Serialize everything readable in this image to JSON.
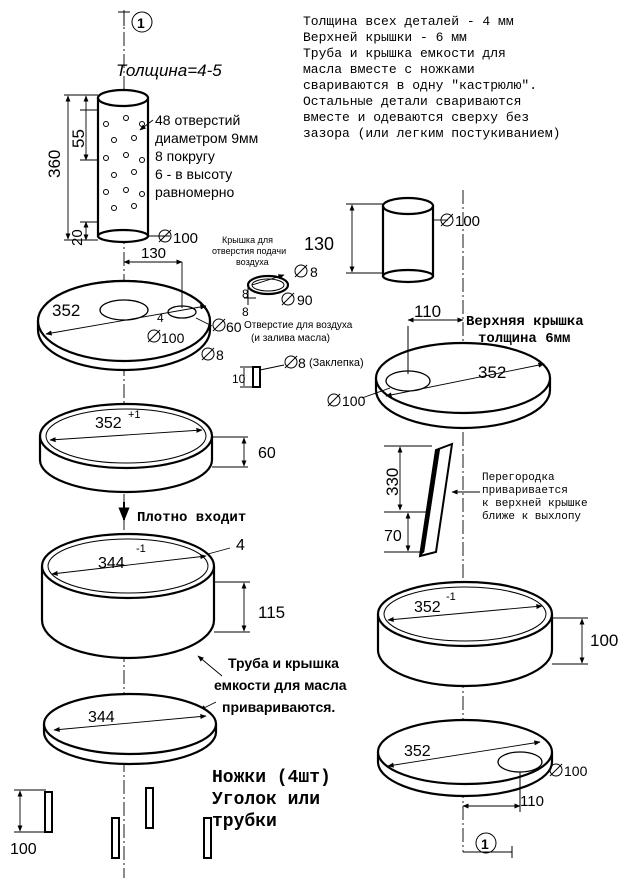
{
  "notes": {
    "general": [
      "Толщина всех деталей - 4 мм",
      "Верхней крышки - 6 мм",
      "Труба и крышка емкости для",
      "масла вместе с ножками",
      "свариваются в одну \"кастрюлю\".",
      "Остальные детали свариваются",
      "вместе и одеваются сверху без",
      "зазора (или легким постукиванием)"
    ],
    "thickness": "Толщина=4-5",
    "holes": [
      "48 отверстий",
      "диаметром 9мм",
      "8 покругу",
      "6 - в высоту",
      "равномерно"
    ],
    "cap_label": [
      "Крышка для",
      "отверстия подачи",
      "воздуха"
    ],
    "air_hole": [
      "Отверстие для воздуха",
      "(и залива масла)"
    ],
    "rivet": "(Заклепка)",
    "tight_fit": "Плотно входит",
    "welded": [
      "Труба и крышка",
      "емкости для масла",
      "привариваются."
    ],
    "legs": [
      "Ножки (4шт)",
      "Уголок или",
      "трубки"
    ],
    "top_cover": [
      "Верхняя крышка",
      "толщина 6мм"
    ],
    "partition": [
      "Перегородка",
      "приваривается",
      "к верхней крышке",
      "ближе к выхлопу"
    ],
    "section_mark": "1"
  },
  "dims": {
    "d360": "360",
    "d55": "55",
    "d20": "20",
    "d100_pipe": "100",
    "d130_left": "130",
    "d352_left": "352",
    "d4": "4",
    "d100_plate": "100",
    "d60_hole": "60",
    "d8_a": "8",
    "d8_b": "8",
    "d8_cap": "8",
    "d8_cap2": "8",
    "d90": "90",
    "d10": "10",
    "d8_rivet": "8",
    "d352_ring": "352",
    "d352_ring_sup": "+1",
    "d60_ring": "60",
    "d344_ring": "344",
    "d344_sup": "-1",
    "d4_wall": "4",
    "d115": "115",
    "d344_plate": "344",
    "d100_leg": "100",
    "d130_right": "130",
    "d100_right_pipe": "100",
    "d110_top": "110",
    "d352_top": "352",
    "d100_top_hole": "100",
    "d330": "330",
    "d70": "70",
    "d352_r_ring": "352",
    "d352_r_sup": "-1",
    "d100_r_ring": "100",
    "d352_bottom": "352",
    "d100_bottom_hole": "100",
    "d110_bottom": "110"
  }
}
